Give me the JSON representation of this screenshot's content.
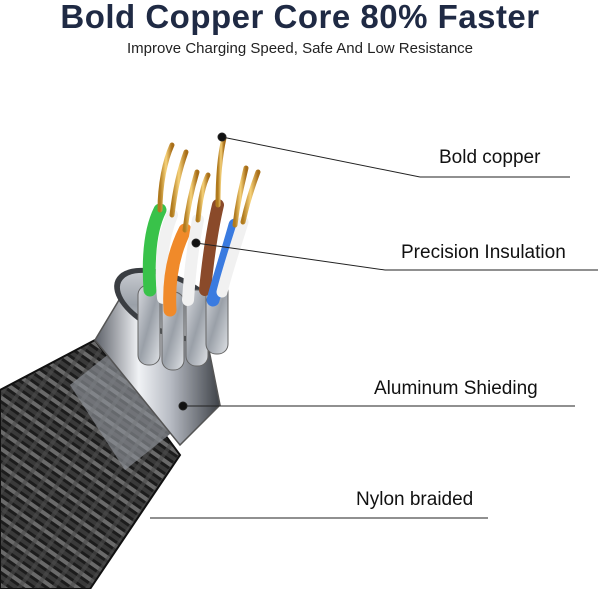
{
  "header": {
    "title": "Bold Copper Core 80% Faster",
    "subtitle": "Improve Charging Speed, Safe And Low Resistance"
  },
  "callouts": [
    {
      "label": "Bold copper"
    },
    {
      "label": "Precision Insulation"
    },
    {
      "label": "Aluminum Shieding"
    },
    {
      "label": "Nylon braided"
    }
  ],
  "colors": {
    "title": "#1f2a44",
    "copper": "#e0b04a",
    "green_wire": "#39c24a",
    "orange_wire": "#f08a2a",
    "brown_wire": "#8a4a2a",
    "blue_wire": "#3a7be0",
    "braid": "#2a2a2a",
    "shield": "#c8ccd2"
  }
}
